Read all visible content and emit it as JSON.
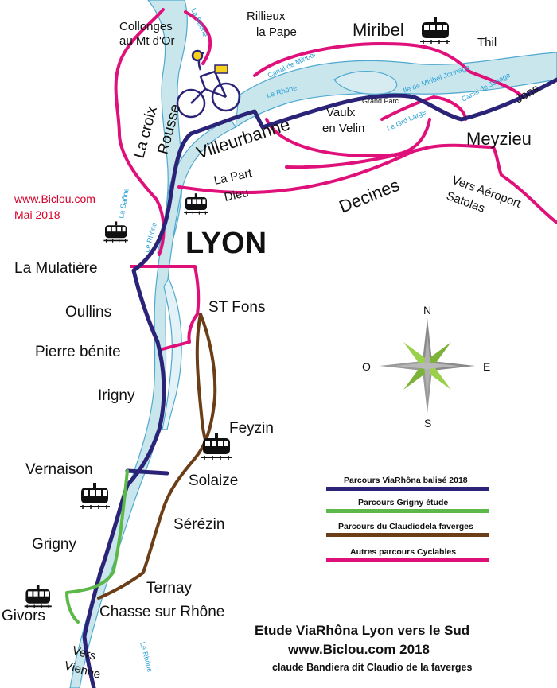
{
  "credit": {
    "line1": "www.Biclou.com",
    "line2": "Mai 2018"
  },
  "main_city": "LYON",
  "places": {
    "collonges_1": "Collonges",
    "collonges_2": "au Mt d'Or",
    "rillieux_1": "Rillieux",
    "rillieux_2": "la Pape",
    "miribel": "Miribel",
    "thil": "Thil",
    "jons": "Jons",
    "croix_rousse_1": "La croix",
    "croix_rousse_2": "Rousse",
    "villeurbanne": "Villeurbanne",
    "vaulx_1": "Vaulx",
    "vaulx_2": "en Velin",
    "grand_parc": "Grand Parc",
    "meyzieu": "Meyzieu",
    "part_dieu_1": "La Part",
    "part_dieu_2": "Dieu",
    "decines": "Decines",
    "aeroport_1": "Vers Aéroport",
    "aeroport_2": "Satolas",
    "mulatiere": "La Mulatière",
    "oullins": "Oullins",
    "st_fons": "ST Fons",
    "pierre_benite": "Pierre bénite",
    "irigny": "Irigny",
    "feyzin": "Feyzin",
    "vernaison": "Vernaison",
    "solaize": "Solaize",
    "serezin": "Sérézin",
    "grigny": "Grigny",
    "ternay": "Ternay",
    "givors": "Givors",
    "chasse": "Chasse sur Rhône",
    "vienne_1": "Vers",
    "vienne_2": "Vienne"
  },
  "water": {
    "saone_top": "La Saône",
    "canal_miribel": "Canal de Miribel",
    "rhone_top": "Le Rhône",
    "ile_miribel": "Ile de Miribel Jonnage",
    "canal_jonage": "Canal de Jonage",
    "grand_large": "Le Grd Large",
    "saone_left": "La Saône",
    "rhone_left": "Le Rhône",
    "rhone_bottom": "Le Rhône"
  },
  "compass": {
    "n": "N",
    "s": "S",
    "e": "E",
    "o": "O"
  },
  "legend": [
    {
      "label": "Parcours ViaRhôna balisé 2018",
      "color": "#2b2378"
    },
    {
      "label": "Parcours Grigny étude",
      "color": "#5cb848"
    },
    {
      "label": "Parcours du Claudiodela faverges",
      "color": "#6b3e17"
    },
    {
      "label": "Autres parcours Cyclables",
      "color": "#e0107a"
    }
  ],
  "footer": {
    "line1": "Etude ViaRhôna Lyon vers le Sud",
    "line2": "www.Biclou.com 2018",
    "line3": "claude Bandiera dit Claudio de la faverges"
  },
  "colors": {
    "viarhona": "#2b2378",
    "grigny": "#5cb848",
    "claudio": "#6b3e17",
    "cyclable": "#e0107a",
    "water": "#c9e6ec",
    "water_edge": "#4fa9cf"
  },
  "icons": [
    "train-icon",
    "cyclist-icon",
    "compass-rose-icon"
  ]
}
